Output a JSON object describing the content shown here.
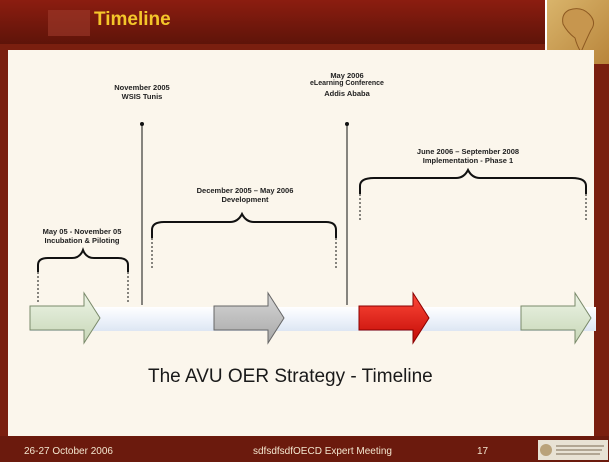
{
  "header": {
    "title": "Timeline"
  },
  "milestones": {
    "wsis": {
      "date": "November 2005",
      "name": "WSIS Tunis"
    },
    "elearning": {
      "date": "May 2006",
      "name": "eLearning Conference",
      "place": "Addis Ababa"
    }
  },
  "phases": {
    "incubation": {
      "dates": "May 05 - November 05",
      "name": "Incubation & Piloting"
    },
    "development": {
      "dates": "December 2005 – May 2006",
      "name": "Development"
    },
    "implementation": {
      "dates": "June 2006 – September 2008",
      "name": "Implementation - Phase 1"
    }
  },
  "strategy_caption": "The AVU OER Strategy - Timeline",
  "footer": {
    "date": "26-27 October 2006",
    "event": "sdfsdfsdfOECD Expert Meeting",
    "page": "17"
  },
  "colors": {
    "header_bg": "#7a1f0f",
    "title": "#f4c62a",
    "arrow_green": "#d8e4cc",
    "arrow_gray": "#bdbdbd",
    "arrow_red": "#e0120b"
  }
}
